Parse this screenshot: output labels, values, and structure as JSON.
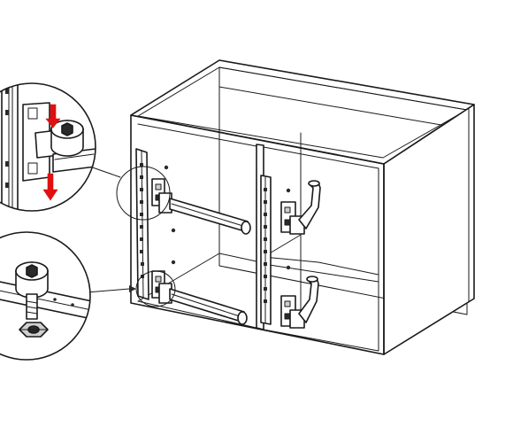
{
  "figure": {
    "background": "#ffffff",
    "line_color": "#1a1a1a",
    "accent_color": "#e01010"
  },
  "callouts": [
    {
      "id": "upper",
      "content": "hinge-adjustment-detail",
      "arrows": 2
    },
    {
      "id": "lower",
      "content": "screw-and-nut-detail"
    }
  ],
  "brackets": {
    "left_compartment": 2,
    "right_compartment": 2
  }
}
